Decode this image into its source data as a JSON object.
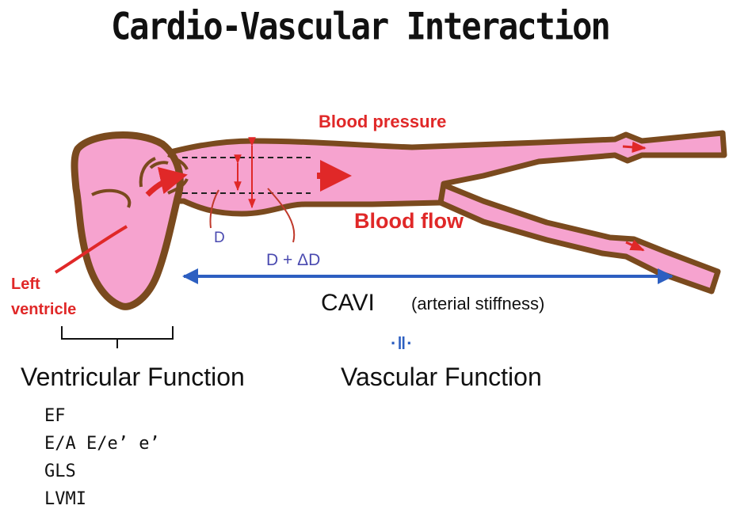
{
  "title": "Cardio-Vascular Interaction",
  "labels": {
    "blood_pressure": "Blood pressure",
    "blood_flow": "Blood flow",
    "left_ventricle_line1": "Left",
    "left_ventricle_line2": "ventricle",
    "diameter": "D",
    "diameter_change": "D + ΔD",
    "cavi": "CAVI",
    "cavi_sub": "(arterial stiffness)",
    "equivalence": "·‖·",
    "ventricular_function": "Ventricular Function",
    "vascular_function": "Vascular Function"
  },
  "ventricular_metrics": [
    "EF",
    "E/A  E/e’  e’",
    "GLS",
    "LVMI"
  ],
  "colors": {
    "vessel_wall": "#7a4a1e",
    "blood": "#f6a3cf",
    "accent_red": "#e02828",
    "arrow_blue": "#2d5fc1",
    "label_purple": "#4a4ab0"
  }
}
